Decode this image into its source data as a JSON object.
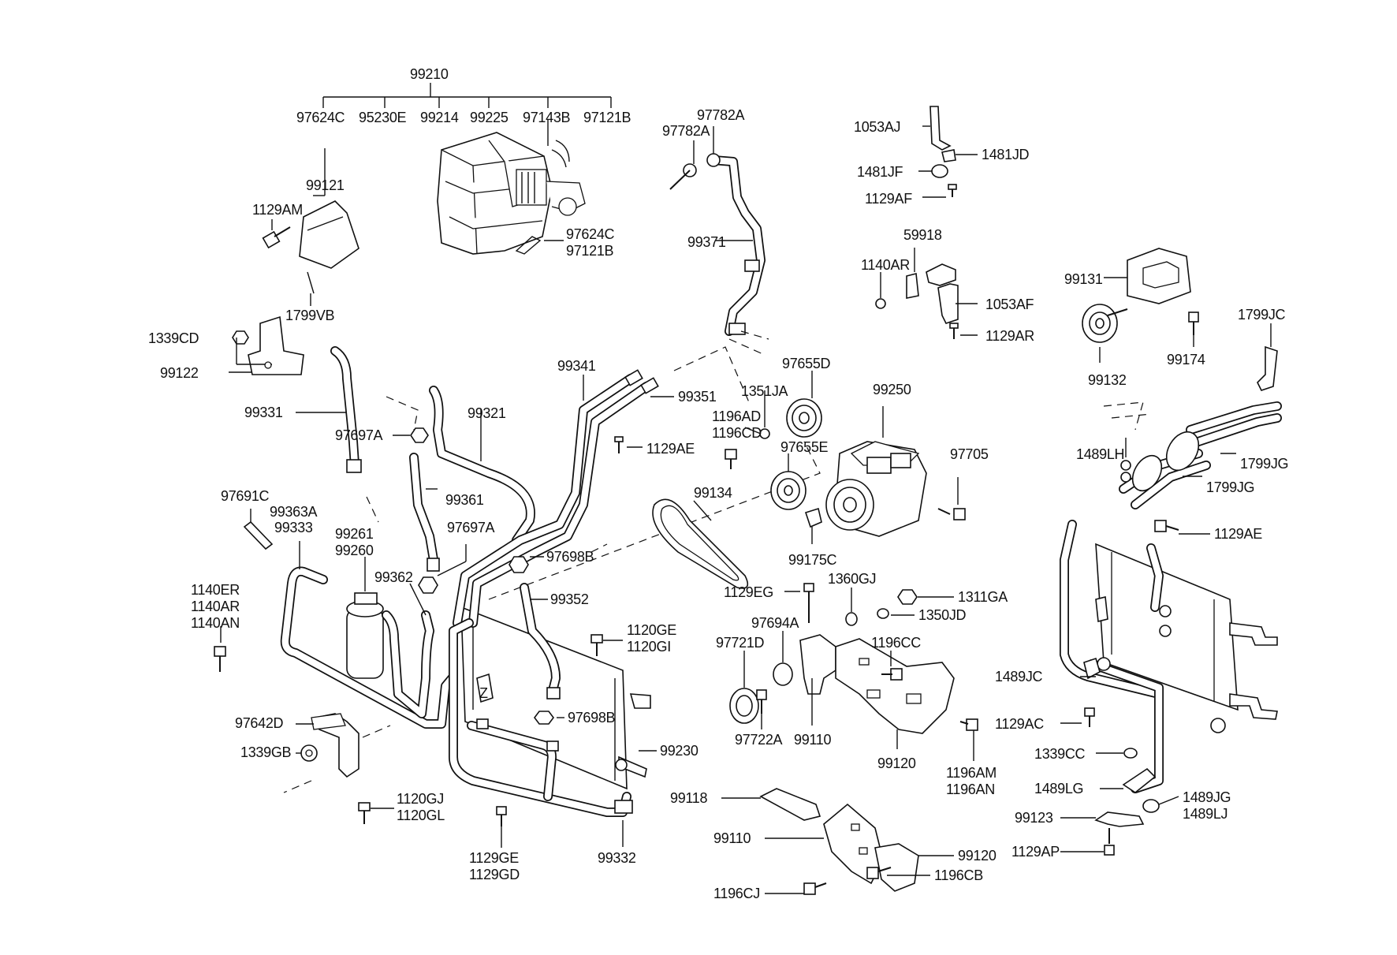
{
  "diagram": {
    "labels": {
      "l_99210": "99210",
      "l_97624C_top": "97624C",
      "l_95230E": "95230E",
      "l_99214": "99214",
      "l_99225": "99225",
      "l_97143B": "97143B",
      "l_97121B_top": "97121B",
      "l_97624C_side": "97624C",
      "l_97121B_side": "97121B",
      "l_99121": "99121",
      "l_1129AM": "1129AM",
      "l_1799VB": "1799VB",
      "l_1339CD": "1339CD",
      "l_99122": "99122",
      "l_99331": "99331",
      "l_97697A_1": "97697A",
      "l_99321": "99321",
      "l_99341": "99341",
      "l_99351": "99351",
      "l_99361": "99361",
      "l_97697A_2": "97697A",
      "l_97691C": "97691C",
      "l_99363A": "99363A",
      "l_99333": "99333",
      "l_99261": "99261",
      "l_99260": "99260",
      "l_99362": "99362",
      "l_1140ER": "1140ER",
      "l_1140AR_left": "1140AR",
      "l_1140AN": "1140AN",
      "l_97698B_1": "97698B",
      "l_99352": "99352",
      "l_1120GE": "1120GE",
      "l_1120GI": "1120GI",
      "l_97698B_2": "97698B",
      "l_99230": "99230",
      "l_97642D": "97642D",
      "l_1339GB": "1339GB",
      "l_1120GJ": "1120GJ",
      "l_1120GL": "1120GL",
      "l_1129GE": "1129GE",
      "l_1129GD": "1129GD",
      "l_99332": "99332",
      "l_97782A_1": "97782A",
      "l_97782A_2": "97782A",
      "l_99371": "99371",
      "l_1351JA": "1351JA",
      "l_1196AD": "1196AD",
      "l_1196CD": "1196CD",
      "l_1129AE_mid": "1129AE",
      "l_97655D": "97655D",
      "l_97655E": "97655E",
      "l_99134": "99134",
      "l_99175C": "99175C",
      "l_99250": "99250",
      "l_97705": "97705",
      "l_1053AJ": "1053AJ",
      "l_1481JD": "1481JD",
      "l_1481JF": "1481JF",
      "l_1129AF": "1129AF",
      "l_59918": "59918",
      "l_1140AR_right": "1140AR",
      "l_1053AF": "1053AF",
      "l_1129AR": "1129AR",
      "l_1129EG": "1129EG",
      "l_1360GJ": "1360GJ",
      "l_1311GA": "1311GA",
      "l_1350JD": "1350JD",
      "l_97694A": "97694A",
      "l_97721D": "97721D",
      "l_1196CC": "1196CC",
      "l_97722A": "97722A",
      "l_99110_mid": "99110",
      "l_99120_mid": "99120",
      "l_1196AM": "1196AM",
      "l_1196AN": "1196AN",
      "l_99118": "99118",
      "l_99110_bot": "99110",
      "l_99120_bot": "99120",
      "l_1196CB": "1196CB",
      "l_1196CJ": "1196CJ",
      "l_99131": "99131",
      "l_1799JC": "1799JC",
      "l_99132": "99132",
      "l_99174": "99174",
      "l_1489LH": "1489LH",
      "l_1799JG_1": "1799JG",
      "l_1799JG_2": "1799JG",
      "l_1129AE_right": "1129AE",
      "l_1489JC": "1489JC",
      "l_1129AC": "1129AC",
      "l_1339CC": "1339CC",
      "l_1489LG": "1489LG",
      "l_1489JG": "1489JG",
      "l_1489LJ": "1489LJ",
      "l_99123": "99123",
      "l_1129AP": "1129AP"
    },
    "colors": {
      "line": "#111111",
      "background": "#ffffff"
    }
  }
}
